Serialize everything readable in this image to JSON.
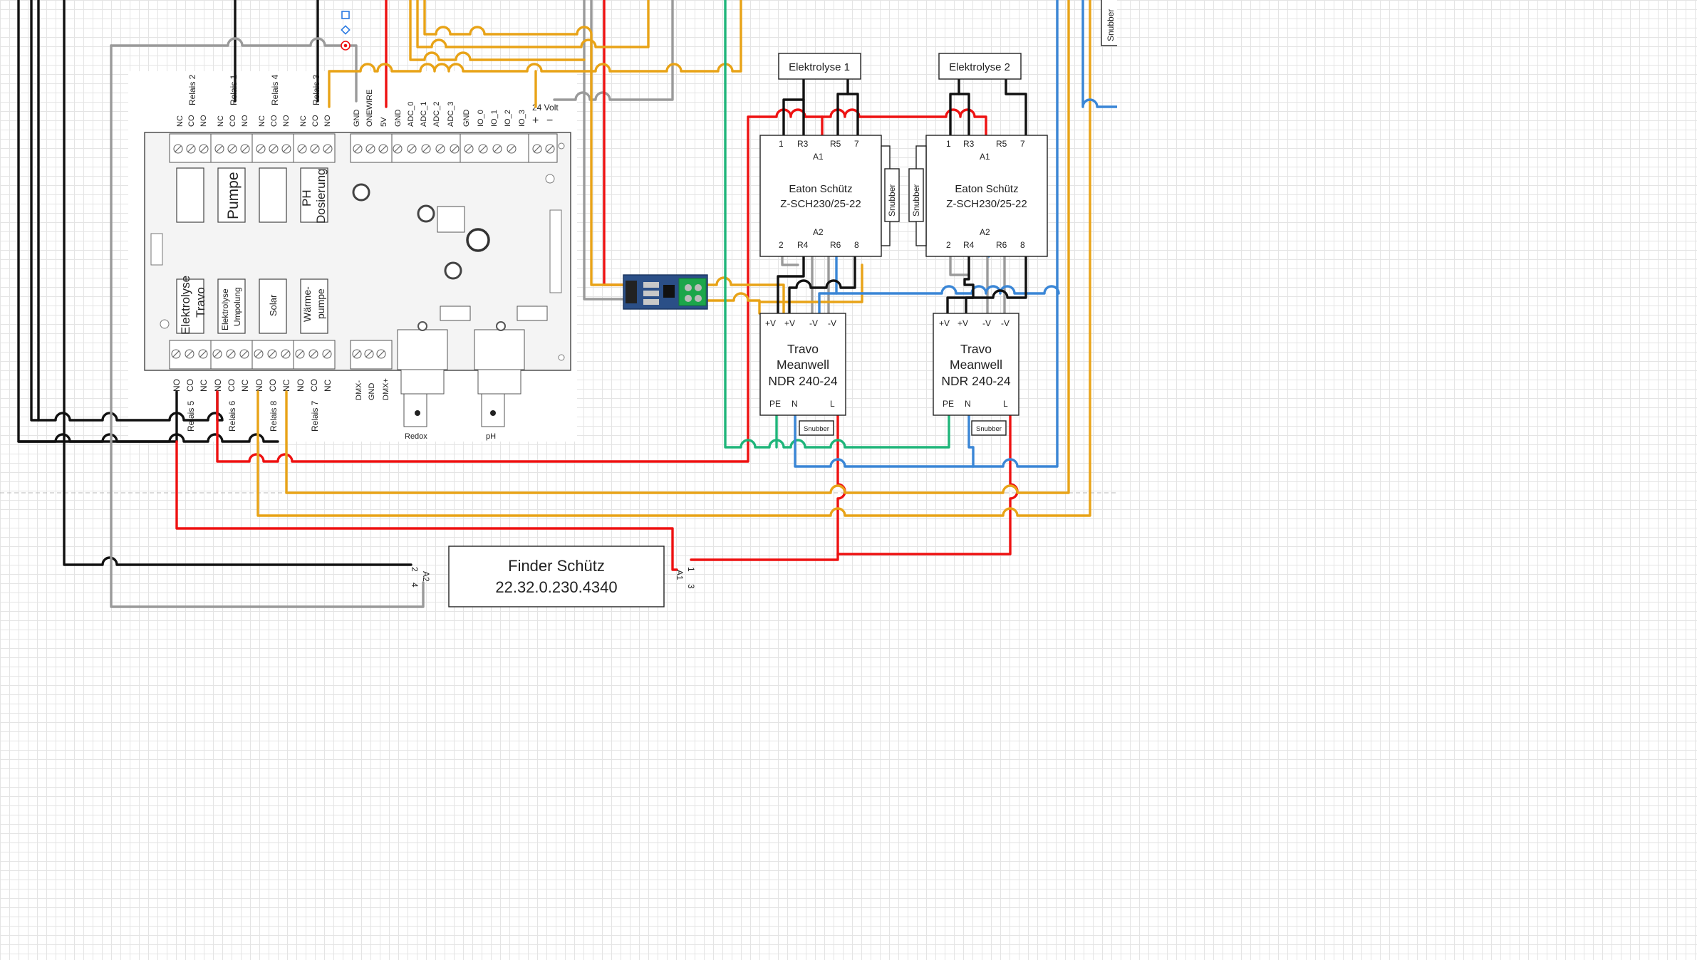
{
  "board": {
    "top_relay_labels": [
      "Relais 2",
      "Relais 1",
      "Relais 4",
      "Relais 3"
    ],
    "top_pin_labels": [
      "NC",
      "CO",
      "NO",
      "NC",
      "CO",
      "NO",
      "NC",
      "CO",
      "NO",
      "NC",
      "CO",
      "NO",
      "GND",
      "ONEWIRE",
      "5V",
      "GND",
      "ADC_0",
      "ADC_1",
      "ADC_2",
      "ADC_3",
      "GND",
      "IO_0",
      "IO_1",
      "IO_2",
      "IO_3"
    ],
    "voltage_label": "24 Volt",
    "plus_sign": "+",
    "minus_sign": "−",
    "relay_names_top": [
      "Pumpe",
      "PH",
      "Dosierung"
    ],
    "relay_names_bottom": [
      "Elektrolyse",
      "Travo",
      "Elektrolyse",
      "Umpolung",
      "Solar",
      "Wärme-",
      "pumpe"
    ],
    "bottom_pin_labels": [
      "NO",
      "CO",
      "NC",
      "NO",
      "CO",
      "NC",
      "NO",
      "CO",
      "NC",
      "NO",
      "CO",
      "NC"
    ],
    "bottom_relay_labels": [
      "Relais 5",
      "Relais 6",
      "Relais 8",
      "Relais 7"
    ],
    "dmx_labels": [
      "DMX-",
      "GND",
      "DMX+"
    ],
    "connector_labels": [
      "Redox",
      "pH"
    ]
  },
  "elektrolyse": [
    {
      "label": "Elektrolyse 1"
    },
    {
      "label": "Elektrolyse 2"
    }
  ],
  "contactors": [
    {
      "line1": "Eaton Schütz",
      "line2": "Z-SCH230/25-22",
      "top_pins": [
        "1",
        "R3",
        "R5",
        "7"
      ],
      "bottom_pins": [
        "2",
        "R4",
        "R6",
        "8"
      ],
      "a1": "A1",
      "a2": "A2",
      "snubber": "Snubber"
    },
    {
      "line1": "Eaton Schütz",
      "line2": "Z-SCH230/25-22",
      "top_pins": [
        "1",
        "R3",
        "R5",
        "7"
      ],
      "bottom_pins": [
        "2",
        "R4",
        "R6",
        "8"
      ],
      "a1": "A1",
      "a2": "A2",
      "snubber": "Snubber"
    }
  ],
  "psus": [
    {
      "line1": "Travo",
      "line2": "Meanwell",
      "line3": "NDR 240-24",
      "top_pins": [
        "+V",
        "+V",
        "-V",
        "-V"
      ],
      "bottom_pins": [
        "PE",
        "N",
        "L"
      ],
      "snubber": "Snubber"
    },
    {
      "line1": "Travo",
      "line2": "Meanwell",
      "line3": "NDR 240-24",
      "top_pins": [
        "+V",
        "+V",
        "-V",
        "-V"
      ],
      "bottom_pins": [
        "PE",
        "N",
        "L"
      ],
      "snubber": "Snubber"
    }
  ],
  "finder": {
    "line1": "Finder Schütz",
    "line2": "22.32.0.230.4340",
    "left_pins": [
      "2",
      "4",
      "A2"
    ],
    "right_pins": [
      "1",
      "3",
      "A1"
    ]
  },
  "edge_snubber": "Snubber",
  "colors": {
    "black": "#111111",
    "gray": "#9a9a9a",
    "red": "#ee1111",
    "orange": "#e8a317",
    "green": "#1fb57a",
    "blue": "#3a86d6"
  }
}
